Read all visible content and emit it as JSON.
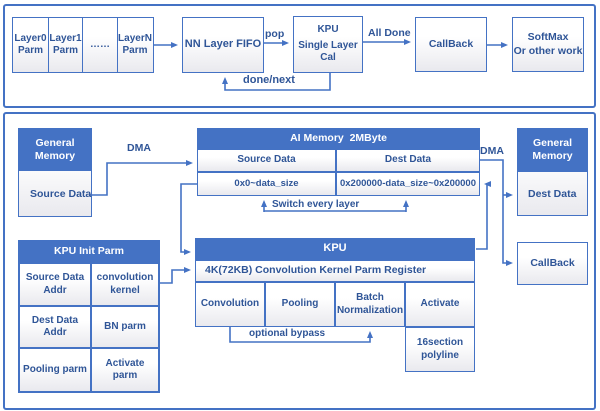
{
  "colors": {
    "accent": "#4472C4",
    "text": "#2F5597",
    "hdrtext": "#FFFFFF"
  },
  "top_flow": {
    "layer_cells": [
      {
        "l1": "Layer0",
        "l2": "Parm"
      },
      {
        "l1": "Layer1",
        "l2": "Parm"
      },
      {
        "l1": "……",
        "l2": ""
      },
      {
        "l1": "LayerN",
        "l2": "Parm"
      }
    ],
    "fifo_label": "NN Layer FIFO",
    "kpu_box": {
      "l1": "KPU",
      "l2": "Single Layer Cal"
    },
    "callback_label": "CallBack",
    "softmax_box": {
      "l1": "SoftMax",
      "l2": "Or other work"
    },
    "arrow_labels": {
      "pop": "pop",
      "all_done": "All Done",
      "done_next": "done/next"
    }
  },
  "bottom_flow": {
    "general_memory_left": {
      "header": "General Memory",
      "body": "Source Data"
    },
    "dma_left": "DMA",
    "dma_right": "DMA",
    "ai_memory": {
      "title": "AI Memory  2MByte",
      "col1_name": "Source Data",
      "col2_name": "Dest Data",
      "col1_range": "0x0~data_size",
      "col2_range": "0x200000-data_size~0x200000",
      "switch_label": "Switch every layer"
    },
    "general_memory_right": {
      "header": "General Memory",
      "body": "Dest Data"
    },
    "callback_label": "CallBack",
    "kpu_init": {
      "header": "KPU Init Parm",
      "cells": [
        "Source Data Addr",
        "convolution kernel",
        "Dest Data Addr",
        "BN parm",
        "Pooling parm",
        "Activate parm"
      ]
    },
    "kpu": {
      "header": "KPU",
      "register": "4K(72KB) Convolution Kernel Parm Register",
      "stages": [
        "Convolution",
        "Pooling",
        "Batch Normalization",
        "Activate"
      ],
      "extra": {
        "l1": "16section",
        "l2": "polyline"
      },
      "bypass_label": "optional bypass"
    }
  }
}
